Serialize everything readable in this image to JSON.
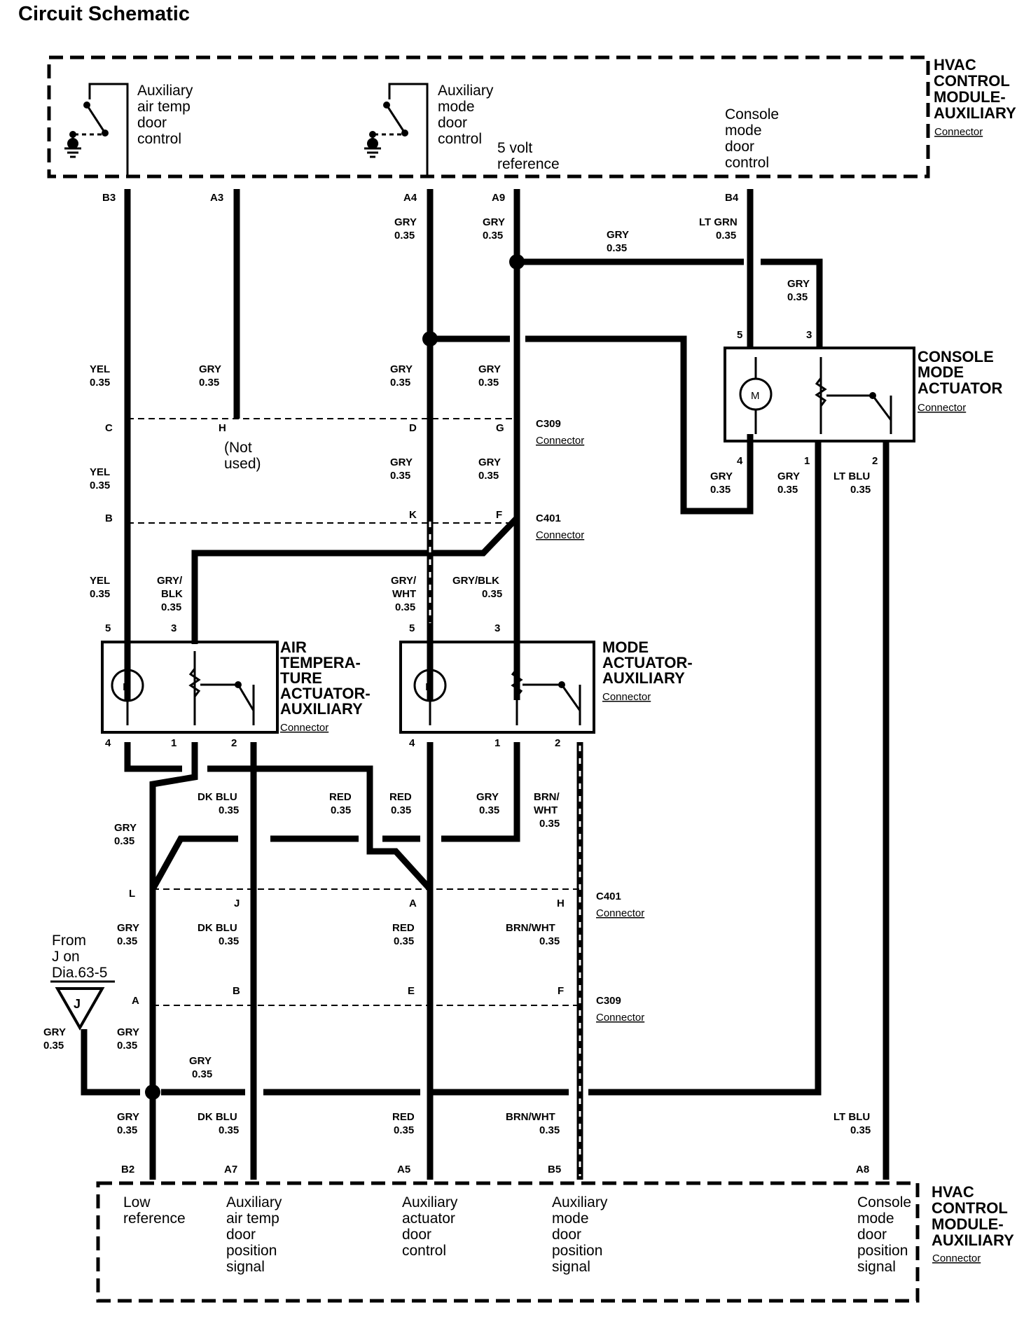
{
  "title": "Circuit Schematic",
  "hvac_top": {
    "name_lines": [
      "HVAC",
      "CONTROL",
      "MODULE-",
      "AUXILIARY"
    ],
    "connector": "Connector",
    "labels": {
      "aux_air_temp": [
        "Auxiliary",
        "air temp",
        "door",
        "control"
      ],
      "aux_mode": [
        "Auxiliary",
        "mode",
        "door",
        "control"
      ],
      "five_volt": [
        "5 volt",
        "reference"
      ],
      "console_mode": [
        "Console",
        "mode",
        "door",
        "control"
      ]
    },
    "pins": {
      "b3": "B3",
      "a3": "A3",
      "a4": "A4",
      "a9": "A9",
      "b4": "B4"
    }
  },
  "hvac_bottom": {
    "name_lines": [
      "HVAC",
      "CONTROL",
      "MODULE-",
      "AUXILIARY"
    ],
    "connector": "Connector",
    "labels": {
      "low_ref": [
        "Low",
        "reference"
      ],
      "air_temp_pos": [
        "Auxiliary",
        "air temp",
        "door",
        "position",
        "signal"
      ],
      "actuator_ctrl": [
        "Auxiliary",
        "actuator",
        "door",
        "control"
      ],
      "mode_pos": [
        "Auxiliary",
        "mode",
        "door",
        "position",
        "signal"
      ],
      "console_pos": [
        "Console",
        "mode",
        "door",
        "position",
        "signal"
      ]
    },
    "pins": {
      "b2": "B2",
      "a7": "A7",
      "a5": "A5",
      "b5": "B5",
      "a8": "A8"
    }
  },
  "console_actuator": {
    "name_lines": [
      "CONSOLE",
      "MODE",
      "ACTUATOR"
    ],
    "connector": "Connector",
    "pins": {
      "p5": "5",
      "p3": "3",
      "p4": "4",
      "p1": "1",
      "p2": "2"
    }
  },
  "air_temp_actuator": {
    "name_lines": [
      "AIR",
      "TEMPERA-",
      "TURE",
      "ACTUATOR-",
      "AUXILIARY"
    ],
    "connector": "Connector",
    "pins": {
      "p5": "5",
      "p3": "3",
      "p4": "4",
      "p1": "1",
      "p2": "2"
    }
  },
  "mode_actuator": {
    "name_lines": [
      "MODE",
      "ACTUATOR-",
      "AUXILIARY"
    ],
    "connector": "Connector",
    "pins": {
      "p5": "5",
      "p3": "3",
      "p4": "4",
      "p1": "1",
      "p2": "2"
    }
  },
  "motor_symbol": "M",
  "connectors": {
    "c309_upper": {
      "name": "C309",
      "sub": "Connector",
      "pins": {
        "c": "C",
        "h": "H",
        "d": "D",
        "g": "G"
      },
      "not_used": [
        "(Not",
        "used)"
      ]
    },
    "c401_upper": {
      "name": "C401",
      "sub": "Connector",
      "pins": {
        "b": "B",
        "k": "K",
        "f": "F"
      }
    },
    "c401_lower": {
      "name": "C401",
      "sub": "Connector",
      "pins": {
        "l": "L",
        "j": "J",
        "a": "A",
        "h": "H"
      }
    },
    "c309_lower": {
      "name": "C309",
      "sub": "Connector",
      "pins": {
        "a": "A",
        "b": "B",
        "e": "E",
        "f": "F"
      }
    }
  },
  "from_ref": {
    "lines": [
      "From",
      "J on",
      "Dia.63-5"
    ],
    "symbol": "J"
  },
  "wires": {
    "w_a4_gry": [
      "GRY",
      "0.35"
    ],
    "w_a9_gry": [
      "GRY",
      "0.35"
    ],
    "w_gry_horiz": [
      "GRY",
      "0.35"
    ],
    "w_b4_ltgrn": [
      "LT GRN",
      "0.35"
    ],
    "w_p3_gry": [
      "GRY",
      "0.35"
    ],
    "w_b3_yel": [
      "YEL",
      "0.35"
    ],
    "w_a3_gry": [
      "GRY",
      "0.35"
    ],
    "w_a4_gry2": [
      "GRY",
      "0.35"
    ],
    "w_a9_gry2": [
      "GRY",
      "0.35"
    ],
    "w_c_b_yel": [
      "YEL",
      "0.35"
    ],
    "w_d_k_gry": [
      "GRY",
      "0.35"
    ],
    "w_g_f_gry": [
      "GRY",
      "0.35"
    ],
    "w_cons4_gry": [
      "GRY",
      "0.35"
    ],
    "w_cons1_gry": [
      "GRY",
      "0.35"
    ],
    "w_cons2_ltblu": [
      "LT BLU",
      "0.35"
    ],
    "w_yel3": [
      "YEL",
      "0.35"
    ],
    "w_grybLK3": [
      "GRY/",
      "BLK",
      "0.35"
    ],
    "w_grywht": [
      "GRY/",
      "WHT",
      "0.35"
    ],
    "w_grybLK_f": [
      "GRY/BLK",
      "0.35"
    ],
    "w_dkblu1": [
      "DK BLU",
      "0.35"
    ],
    "w_red1": [
      "RED",
      "0.35"
    ],
    "w_red2": [
      "RED",
      "0.35"
    ],
    "w_gry_mode1": [
      "GRY",
      "0.35"
    ],
    "w_brnwht1": [
      "BRN/",
      "WHT",
      "0.35"
    ],
    "w_gry_l": [
      "GRY",
      "0.35"
    ],
    "w_gry_l2": [
      "GRY",
      "0.35"
    ],
    "w_dkblu2": [
      "DK BLU",
      "0.35"
    ],
    "w_red3": [
      "RED",
      "0.35"
    ],
    "w_brnwht2": [
      "BRN/WHT",
      "0.35"
    ],
    "w_gry_j": [
      "GRY",
      "0.35"
    ],
    "w_gry_a": [
      "GRY",
      "0.35"
    ],
    "w_gry_splice": [
      "GRY",
      "0.35"
    ],
    "w_gry_b2": [
      "GRY",
      "0.35"
    ],
    "w_dkblu3": [
      "DK BLU",
      "0.35"
    ],
    "w_red4": [
      "RED",
      "0.35"
    ],
    "w_brnwht3": [
      "BRN/WHT",
      "0.35"
    ],
    "w_ltblu_a8": [
      "LT BLU",
      "0.35"
    ]
  }
}
